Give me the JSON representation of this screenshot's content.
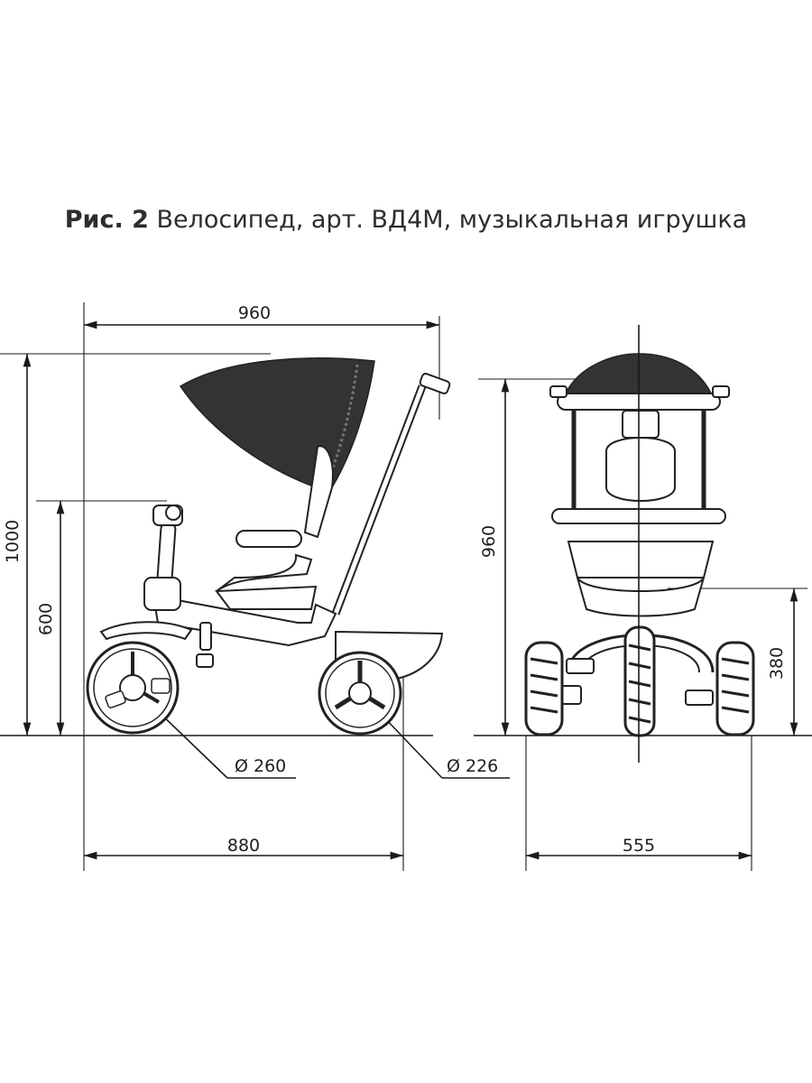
{
  "title": {
    "bold": "Рис. 2",
    "rest": " Велосипед, арт. ВД4М, музыкальная игрушка"
  },
  "dimensions": {
    "side_length_top": "960",
    "side_height_total": "1000",
    "side_height_handle": "600",
    "front_wheel_diameter": "Ø 260",
    "rear_wheel_diameter": "Ø 226",
    "side_length_bottom": "880",
    "front_height_total": "960",
    "front_height_seat": "380",
    "front_width": "555"
  }
}
